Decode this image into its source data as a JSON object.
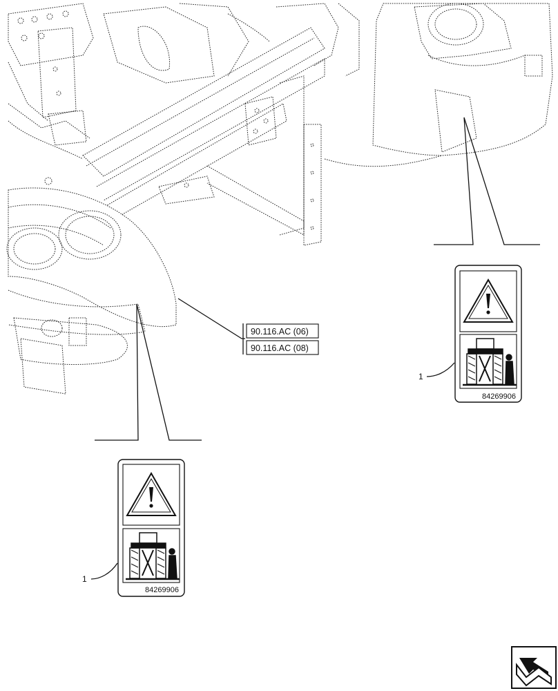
{
  "references": [
    {
      "label": "90.116.AC (06)"
    },
    {
      "label": "90.116.AC (08)"
    }
  ],
  "decals": [
    {
      "callout": "1",
      "part_number": "84269906",
      "icon": "warning-triangle-icon"
    },
    {
      "callout": "1",
      "part_number": "84269906",
      "icon": "warning-triangle-icon"
    }
  ],
  "nav": {
    "icon": "next-page-arrow-icon"
  }
}
